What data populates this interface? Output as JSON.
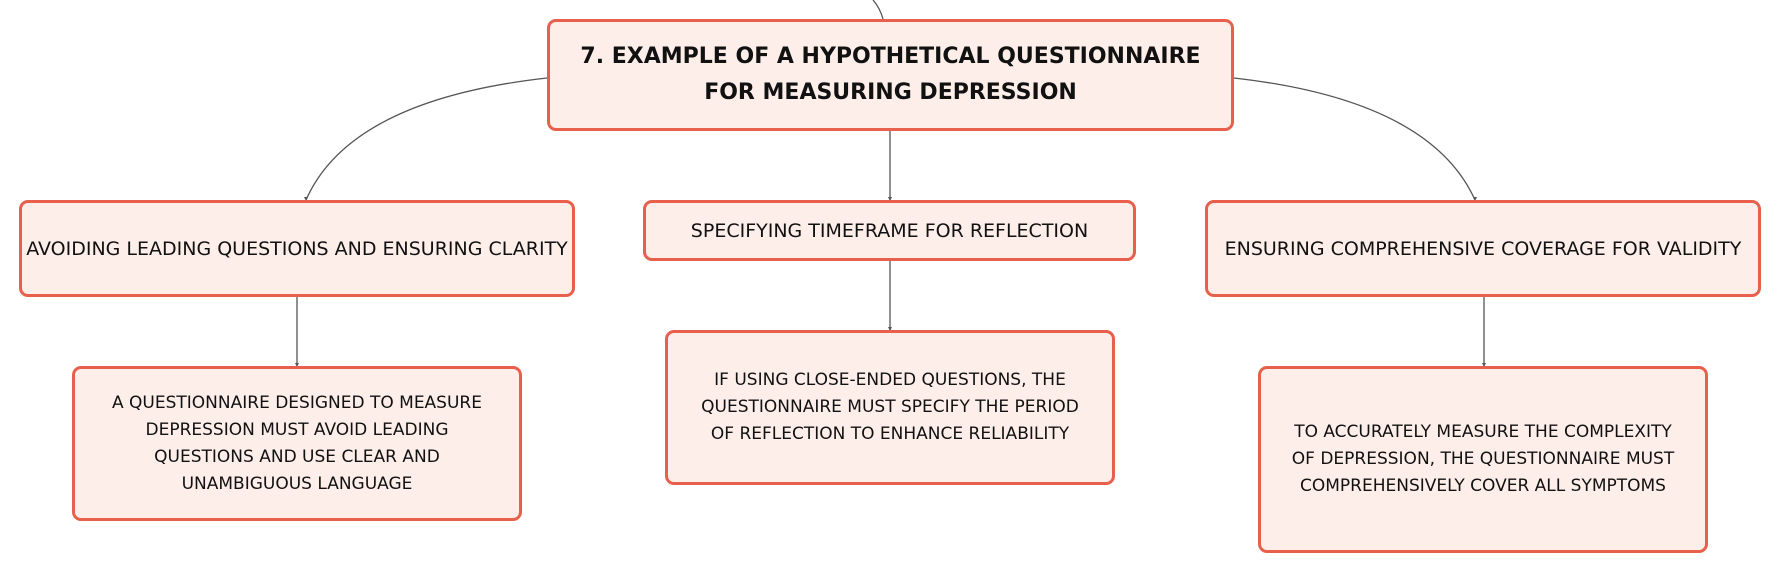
{
  "root": {
    "title": "7. EXAMPLE OF A HYPOTHETICAL QUESTIONNAIRE FOR MEASURING DEPRESSION"
  },
  "branches": [
    {
      "label": "AVOIDING LEADING QUESTIONS AND ENSURING CLARITY",
      "detail": "A QUESTIONNAIRE DESIGNED TO MEASURE DEPRESSION MUST AVOID LEADING QUESTIONS AND USE CLEAR AND UNAMBIGUOUS LANGUAGE"
    },
    {
      "label": "SPECIFYING TIMEFRAME FOR REFLECTION",
      "detail": "IF USING CLOSE-ENDED QUESTIONS, THE QUESTIONNAIRE MUST SPECIFY THE PERIOD OF REFLECTION TO ENHANCE RELIABILITY"
    },
    {
      "label": "ENSURING COMPREHENSIVE COVERAGE FOR VALIDITY",
      "detail": "TO ACCURATELY MEASURE THE COMPLEXITY OF DEPRESSION, THE QUESTIONNAIRE MUST COMPREHENSIVELY COVER ALL SYMPTOMS"
    }
  ],
  "colors": {
    "node_fill": "#fdeeea",
    "node_border": "#e8604b",
    "connector": "#555555",
    "text": "#111111"
  }
}
